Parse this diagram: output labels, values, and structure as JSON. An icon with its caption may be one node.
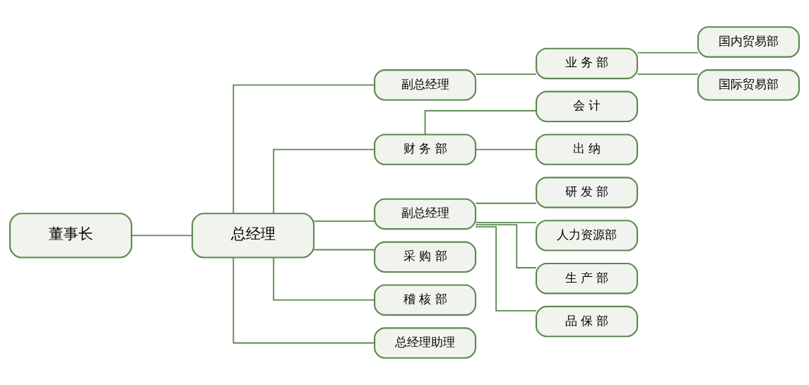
{
  "diagram": {
    "nodes": [
      {
        "text": [
          "董事长"
        ]
      },
      {
        "text": [
          "总经理"
        ]
      },
      {
        "text": [
          "副总经理"
        ]
      },
      {
        "text": [
          "财 务 部"
        ]
      },
      {
        "text": [
          "副总经理"
        ]
      },
      {
        "text": [
          "采 购 部"
        ]
      },
      {
        "text": [
          "稽 核 部"
        ]
      },
      {
        "text": [
          "总经理助理"
        ]
      },
      {
        "text": [
          "业 务 部"
        ]
      },
      {
        "text": [
          "会 计"
        ]
      },
      {
        "text": [
          "出 纳"
        ]
      },
      {
        "text": [
          "研 发 部"
        ]
      },
      {
        "text": [
          "人力资源部"
        ]
      },
      {
        "text": [
          "生 产 部"
        ]
      },
      {
        "text": [
          "品 保 部"
        ]
      },
      {
        "text": [
          "国内贸易部"
        ]
      },
      {
        "text": [
          "国际贸易部"
        ]
      }
    ],
    "edges": [
      {
        "from": 0,
        "to": 1,
        "arrow": "none"
      },
      {
        "from": 1,
        "to": 2,
        "arrow": "none"
      },
      {
        "from": 1,
        "to": 3,
        "arrow": "none"
      },
      {
        "from": 1,
        "to": 4,
        "arrow": "none"
      },
      {
        "from": 1,
        "to": 5,
        "arrow": "none"
      },
      {
        "from": 1,
        "to": 6,
        "arrow": "none"
      },
      {
        "from": 1,
        "to": 7,
        "arrow": "none"
      },
      {
        "from": 2,
        "to": 8,
        "arrow": "none"
      },
      {
        "from": 3,
        "to": 9,
        "arrow": "none"
      },
      {
        "from": 3,
        "to": 10,
        "arrow": "none"
      },
      {
        "from": 4,
        "to": 11,
        "arrow": "none"
      },
      {
        "from": 4,
        "to": 12,
        "arrow": "none"
      },
      {
        "from": 4,
        "to": 13,
        "arrow": "none"
      },
      {
        "from": 4,
        "to": 14,
        "arrow": "none"
      },
      {
        "from": 8,
        "to": 15,
        "arrow": "none"
      },
      {
        "from": 8,
        "to": 16,
        "arrow": "none"
      }
    ]
  }
}
